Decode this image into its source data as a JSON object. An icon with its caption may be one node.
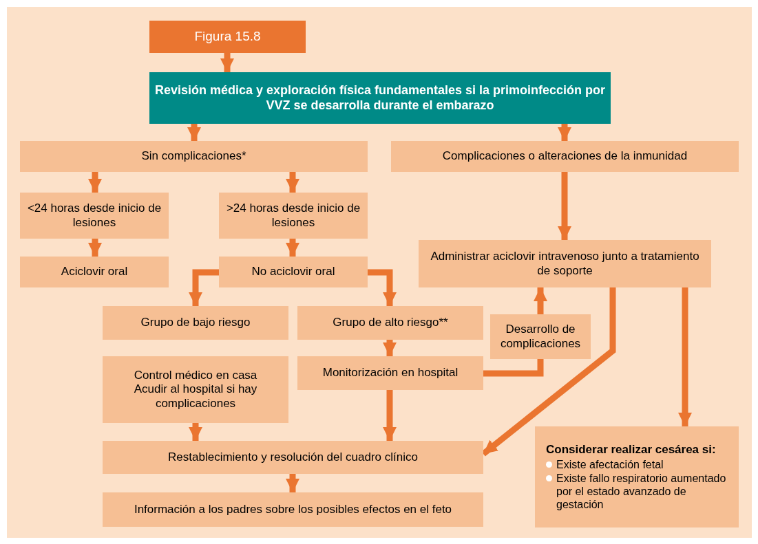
{
  "diagram": {
    "nodes": [
      {
        "text": [
          "Figura 15.8"
        ]
      },
      {
        "text": [
          "Revisión médica y exploración física fundamentales si la primoinfección por VVZ se desarrolla durante el embarazo"
        ]
      },
      {
        "text": [
          "Sin complicaciones*"
        ]
      },
      {
        "text": [
          "Complicaciones o alteraciones de la inmunidad"
        ]
      },
      {
        "text": [
          "<24 horas desde inicio de lesiones"
        ]
      },
      {
        "text": [
          ">24 horas desde inicio de lesiones"
        ]
      },
      {
        "text": [
          "Aciclovir oral"
        ]
      },
      {
        "text": [
          "No aciclovir oral"
        ]
      },
      {
        "text": [
          "Administrar aciclovir intravenoso junto a tratamiento de soporte"
        ]
      },
      {
        "text": [
          "Grupo de bajo riesgo"
        ]
      },
      {
        "text": [
          "Grupo de alto riesgo**"
        ]
      },
      {
        "text": [
          "Desarrollo de complicaciones"
        ]
      },
      {
        "text": [
          "Control médico en casa",
          "Acudir al hospital si hay complicaciones"
        ]
      },
      {
        "text": [
          "Monitorización en hospital"
        ]
      },
      {
        "text": [
          "Restablecimiento y resolución del cuadro clínico"
        ]
      },
      {
        "text": [
          "Información a los padres sobre los posibles efectos en el feto"
        ]
      },
      {
        "text": [
          "Considerar realizar cesárea si:",
          "Existe afectación fetal",
          "Existe fallo respiratorio aumentado por el estado avanzado de gestación"
        ]
      }
    ],
    "edges": [
      {
        "from": 0,
        "to": 1,
        "arrow": "to"
      },
      {
        "from": 1,
        "to": 2,
        "arrow": "to"
      },
      {
        "from": 1,
        "to": 3,
        "arrow": "to"
      },
      {
        "from": 2,
        "to": 4,
        "arrow": "to"
      },
      {
        "from": 2,
        "to": 5,
        "arrow": "to"
      },
      {
        "from": 4,
        "to": 6,
        "arrow": "to"
      },
      {
        "from": 5,
        "to": 7,
        "arrow": "to"
      },
      {
        "from": 3,
        "to": 8,
        "arrow": "to"
      },
      {
        "from": 7,
        "to": 9,
        "arrow": "to"
      },
      {
        "from": 7,
        "to": 10,
        "arrow": "to"
      },
      {
        "from": 10,
        "to": 13,
        "arrow": "to"
      },
      {
        "from": 13,
        "to": 11,
        "arrow": "none"
      },
      {
        "from": 11,
        "to": 8,
        "arrow": "to"
      },
      {
        "from": 12,
        "to": 14,
        "arrow": "to"
      },
      {
        "from": 13,
        "to": 14,
        "arrow": "to"
      },
      {
        "from": 8,
        "to": 14,
        "arrow": "to"
      },
      {
        "from": 8,
        "to": 16,
        "arrow": "to"
      },
      {
        "from": 14,
        "to": 15,
        "arrow": "to"
      }
    ]
  }
}
